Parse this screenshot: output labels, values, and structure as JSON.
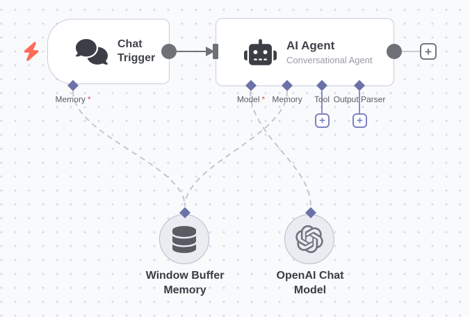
{
  "canvas": {
    "background": "#f9fafc",
    "dot_color": "#d9dbe7"
  },
  "nodes": {
    "chat_trigger": {
      "title": "Chat Trigger",
      "icon": "chat-bubbles-icon"
    },
    "ai_agent": {
      "title": "AI Agent",
      "subtitle": "Conversational Agent",
      "icon": "robot-icon"
    },
    "window_buffer_memory": {
      "label": "Window Buffer\nMemory",
      "icon": "database-icon"
    },
    "openai_chat_model": {
      "label": "OpenAI Chat\nModel",
      "icon": "openai-logo-icon"
    }
  },
  "ports": {
    "chat_trigger_memory": {
      "label": "Memory",
      "required_marker": "*"
    },
    "agent_model": {
      "label": "Model",
      "required_marker": "*"
    },
    "agent_memory": {
      "label": "Memory"
    },
    "agent_tool": {
      "label": "Tool"
    },
    "agent_output_parser": {
      "label": "Output Parser"
    }
  },
  "buttons": {
    "add_next_node": "+",
    "add_tool": "+",
    "add_output_parser": "+"
  },
  "colors": {
    "port_diamond": "#6b72a8",
    "trigger_bolt": "#ff6b57",
    "required_asterisk": "#e5484d",
    "edge_dark": "#6e7277",
    "edge_light": "#c9ccd6",
    "edge_dashed": "#c2c5d3",
    "stub_purple": "#878dc6",
    "node_border": "#c9ccda",
    "icon_dark": "#3b3e45"
  }
}
